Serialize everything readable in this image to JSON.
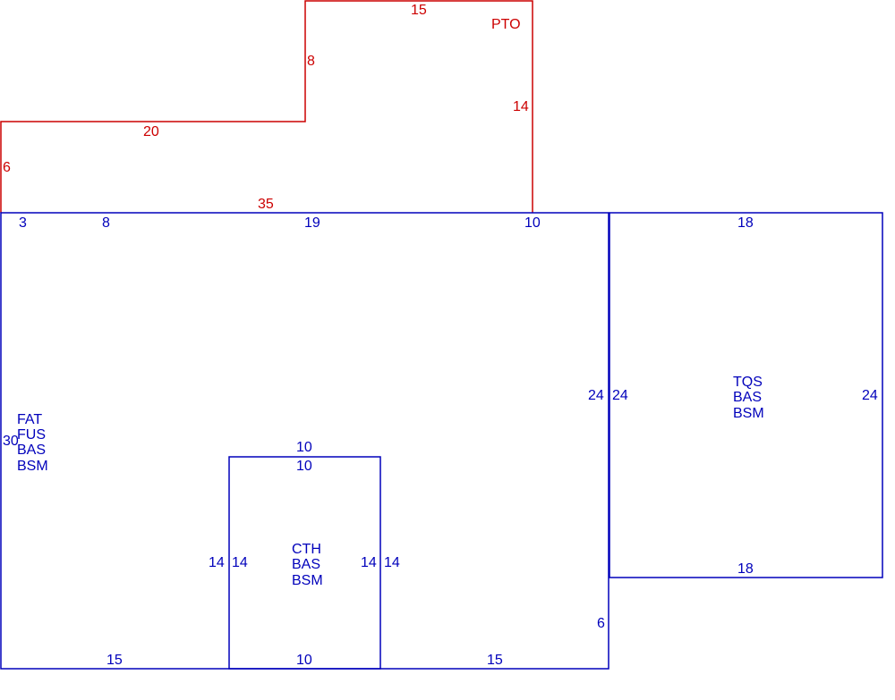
{
  "colors": {
    "patio": "#cc0000",
    "building": "#0000bb",
    "background": "#ffffff"
  },
  "patio": {
    "name": "PTO",
    "dimensions": {
      "top": "15",
      "inner_step_vertical": "8",
      "right": "14",
      "upper_left": "20",
      "left": "6",
      "bottom": "35"
    }
  },
  "main_area": {
    "codes": [
      "FAT",
      "FUS",
      "BAS",
      "BSM"
    ],
    "dimensions": {
      "top_a": "3",
      "top_b": "8",
      "top_c": "19",
      "top_d": "10",
      "left": "30",
      "right": "24",
      "notch": "6",
      "bottom_left": "15",
      "bottom_right": "15"
    }
  },
  "inner_area": {
    "codes": [
      "CTH",
      "BAS",
      "BSM"
    ],
    "dimensions": {
      "top_outer": "10",
      "top_inner": "10",
      "left_outer": "14",
      "left_inner": "14",
      "right_inner": "14",
      "right_outer": "14",
      "bottom": "10"
    }
  },
  "side_area": {
    "codes": [
      "TQS",
      "BAS",
      "BSM"
    ],
    "dimensions": {
      "top": "18",
      "left": "24",
      "right": "24",
      "bottom": "18"
    }
  }
}
